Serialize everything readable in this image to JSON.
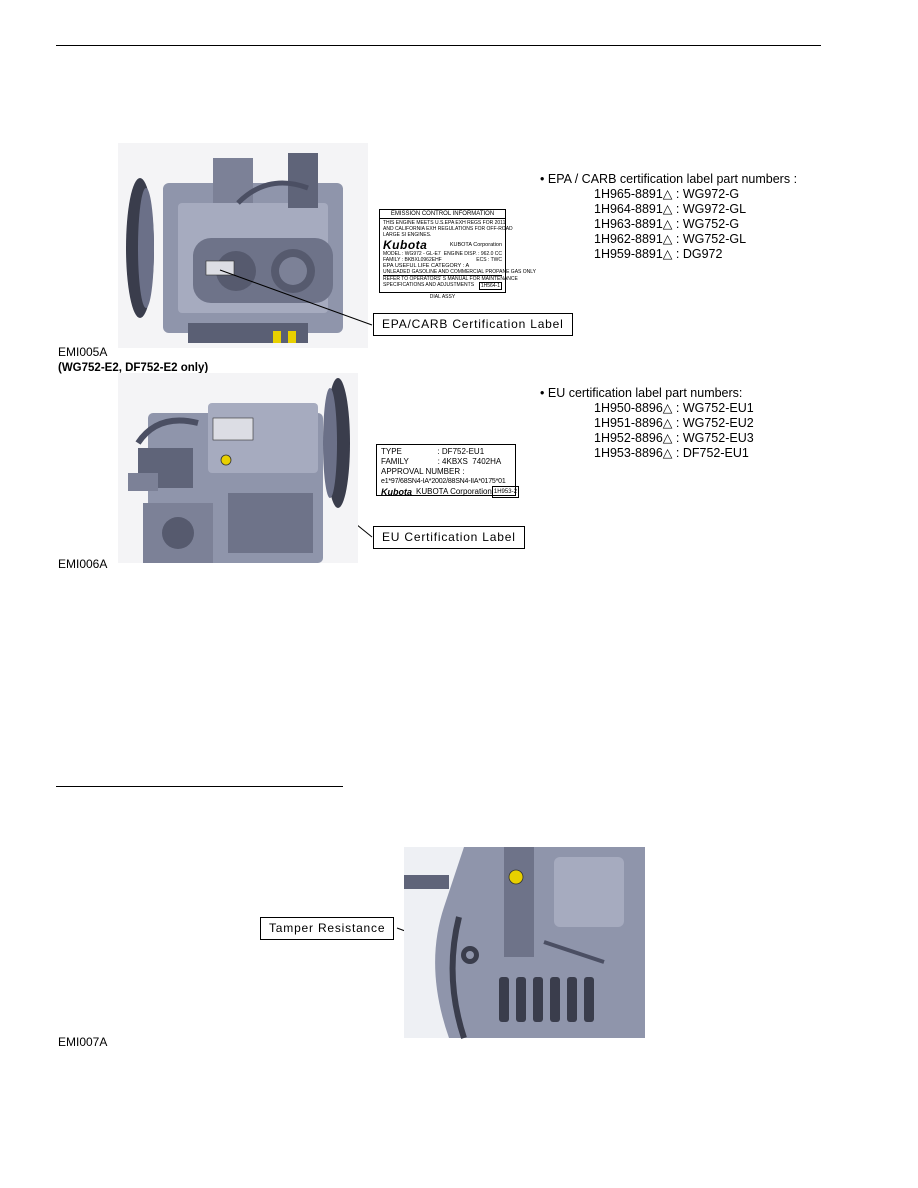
{
  "figures": {
    "fig1": {
      "caption": "EMI005A",
      "note": "(WG752-E2, DF752-E2 only)",
      "callout": "EPA/CARB Certification Label",
      "list_heading": "EPA / CARB certification label part numbers :",
      "parts": [
        "1H965-8891△ : WG972-G",
        "1H964-8891△ : WG972-GL",
        "1H963-8891△ : WG752-G",
        "1H962-8891△ : WG752-GL",
        "1H959-8891△ : DG972"
      ],
      "label_card": {
        "title": "EMISSION CONTROL INFORMATION",
        "lines": [
          "THIS ENGINE MEETS U.S.EPA EXH REGS FOR 2011",
          "AND CALIFORNIA EXH REGULATIONS FOR OFF-ROAD",
          "LARGE SI ENGINES."
        ],
        "brand": "Kubota",
        "corp": "KUBOTA Corporation",
        "model": "MODEL : WG972 - GL-E7",
        "disp": "ENGINE DISP. : 962.0 CC",
        "family": "FAMILY : BKBXL0962EHF",
        "ecs": "ECS : TWC",
        "useful_life": "EPA USEFUL LIFE CATEGORY : A",
        "fuel": "UNLEADED GASOLINE AND COMMERCIAL PROPANE GAS ONLY",
        "refer1": "REFER TO OPERATORS' S MANUAL FOR MAINTENANCE",
        "refer2": "SPECIFICATIONS AND ADJUSTMENTS",
        "code": "1H564-1",
        "assy": "DIAL ASSY"
      }
    },
    "fig2": {
      "caption": "EMI006A",
      "callout": "EU Certification Label",
      "list_heading": "EU certification label part numbers:",
      "parts": [
        "1H950-8896△ : WG752-EU1",
        "1H951-8896△ : WG752-EU2",
        "1H952-8896△ : WG752-EU3",
        "1H953-8896△ : DF752-EU1"
      ],
      "label_card": {
        "type": "TYPE                : DF752-EU1",
        "family": "FAMILY             : 4KBXS  7402HA",
        "approval": "APPROVAL NUMBER :",
        "approval_value": "e1*97/68SN4-IA*2002/88SN4-IIA*0175*01",
        "brand": "Kubota",
        "corp": "KUBOTA Corporation",
        "code": "1H953-2"
      }
    },
    "fig3": {
      "caption": "EMI007A",
      "callout": "Tamper Resistance"
    }
  },
  "colors": {
    "engine_body": "#9aa0b4",
    "engine_dark": "#5a5f74",
    "marker_yellow": "#e8d000"
  }
}
